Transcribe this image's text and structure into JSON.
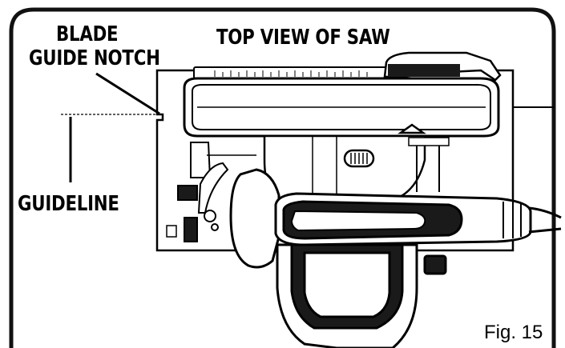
{
  "labels": {
    "blade_line1": "BLADE",
    "blade_line2": "GUIDE NOTCH",
    "top_view": "TOP VIEW OF SAW",
    "guideline": "GUIDELINE",
    "figure": "Fig. 15"
  },
  "colors": {
    "ink": "#000000",
    "frame": "#111111",
    "background": "#ffffff",
    "dark_fill": "#1a1a1a"
  }
}
